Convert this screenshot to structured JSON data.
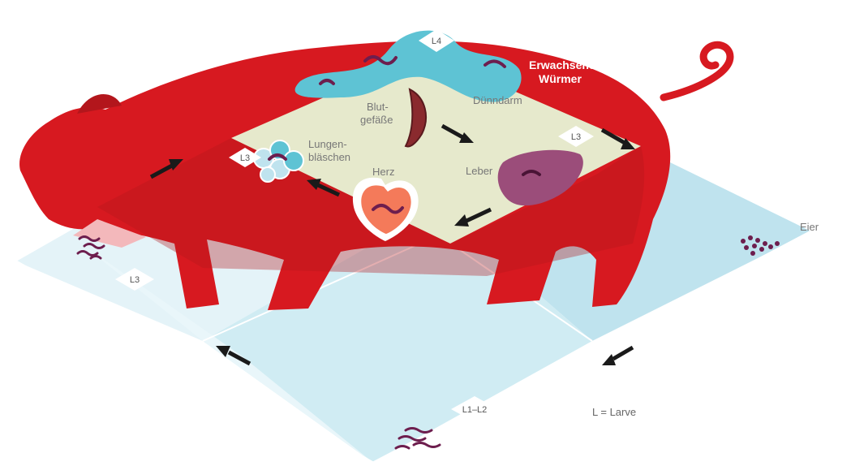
{
  "labels": {
    "adult_worms": [
      "Erwachsene",
      "Würmer"
    ],
    "small_intestine": "Dünndarm",
    "blood_vessels": [
      "Blut-",
      "gefäße"
    ],
    "lung_alveoli": [
      "Lungen-",
      "bläschen"
    ],
    "heart": "Herz",
    "liver": "Leber",
    "eggs": "Eier",
    "legend": "L = Larve"
  },
  "stage_tags": {
    "intestine": "L4",
    "liver": "L3",
    "lung": "L3",
    "ground_left": "L3",
    "ground_bottom": "L1–L2"
  },
  "colors": {
    "pig": "#d71920",
    "pig_dark": "#b3161c",
    "organ_zone": "#e6e9cc",
    "intestine": "#5ec3d4",
    "ground_light": "#d6eef5",
    "ground_mid": "#bfe3ee",
    "worm": "#6d1e4e",
    "liver": "#9b4d7a",
    "heart_outer": "#f47a5a",
    "arrow": "#1a1a1a"
  }
}
